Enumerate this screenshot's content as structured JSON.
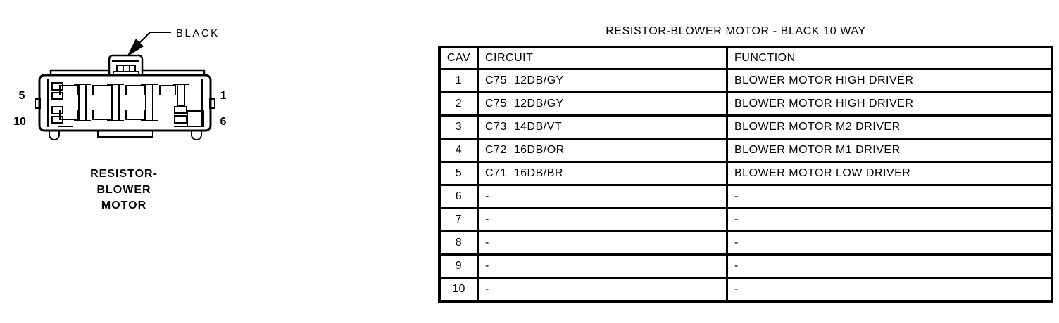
{
  "colors": {
    "ink": "#000000",
    "background": "#ffffff"
  },
  "connector": {
    "color_callout": "BLACK",
    "pins": {
      "top_left": "5",
      "bottom_left": "10",
      "top_right": "1",
      "bottom_right": "6"
    },
    "caption_lines": [
      "RESISTOR-",
      "BLOWER",
      "MOTOR"
    ]
  },
  "table": {
    "title": "RESISTOR-BLOWER MOTOR - BLACK 10 WAY",
    "columns": [
      "CAV",
      "CIRCUIT",
      "FUNCTION"
    ],
    "rows": [
      {
        "cav": "1",
        "circuit": "C75  12DB/GY",
        "function": "BLOWER MOTOR HIGH DRIVER"
      },
      {
        "cav": "2",
        "circuit": "C75  12DB/GY",
        "function": "BLOWER MOTOR HIGH DRIVER"
      },
      {
        "cav": "3",
        "circuit": "C73  14DB/VT",
        "function": "BLOWER MOTOR M2 DRIVER"
      },
      {
        "cav": "4",
        "circuit": "C72  16DB/OR",
        "function": "BLOWER MOTOR M1 DRIVER"
      },
      {
        "cav": "5",
        "circuit": "C71  16DB/BR",
        "function": "BLOWER MOTOR LOW DRIVER"
      },
      {
        "cav": "6",
        "circuit": "-",
        "function": "-"
      },
      {
        "cav": "7",
        "circuit": "-",
        "function": "-"
      },
      {
        "cav": "8",
        "circuit": "-",
        "function": "-"
      },
      {
        "cav": "9",
        "circuit": "-",
        "function": "-"
      },
      {
        "cav": "10",
        "circuit": "-",
        "function": "-"
      }
    ]
  }
}
